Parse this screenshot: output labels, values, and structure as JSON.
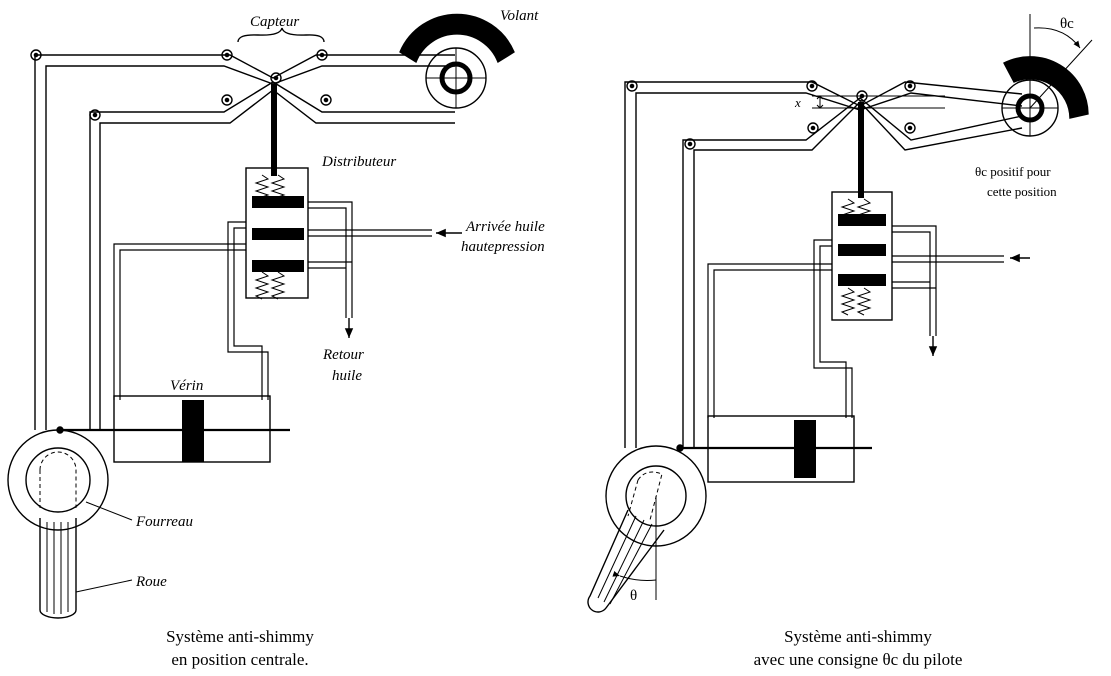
{
  "left": {
    "labels": {
      "capteur": "Capteur",
      "volant": "Volant",
      "distributeur": "Distributeur",
      "arrivee_line1": "Arrivée huile",
      "arrivee_line2": "hautepression",
      "retour_line1": "Retour",
      "retour_line2": "huile",
      "verin": "Vérin",
      "fourreau": "Fourreau",
      "roue": "Roue"
    },
    "caption_line1": "Système anti-shimmy",
    "caption_line2": "en position centrale."
  },
  "right": {
    "labels": {
      "theta_c": "θc",
      "x": "x",
      "theta": "θ",
      "note_line1": "θc positif pour",
      "note_line2": "cette position"
    },
    "caption_line1": "Système anti-shimmy",
    "caption_line2": "avec une consigne θc du pilote"
  }
}
